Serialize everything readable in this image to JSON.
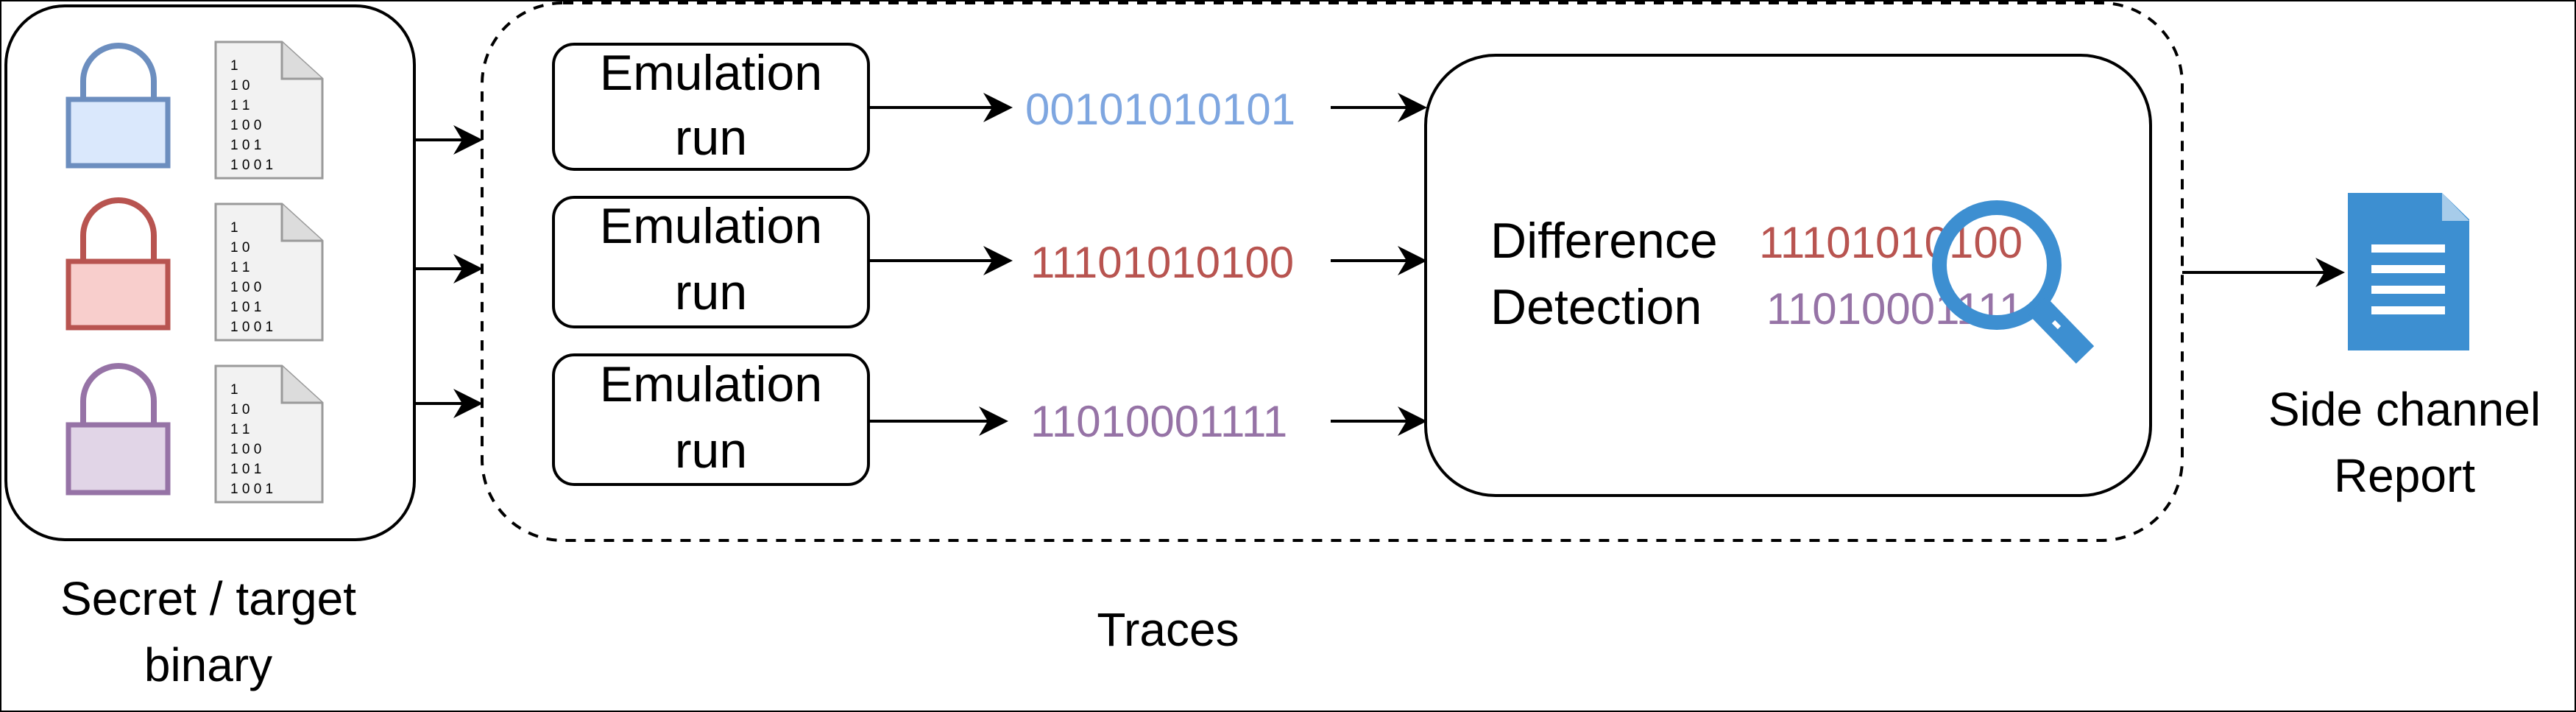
{
  "secret_panel": {
    "caption_line1": "Secret / target",
    "caption_line2": "binary",
    "binary_lines": [
      "1",
      "10",
      "11",
      "100",
      "101",
      "1001"
    ],
    "lock_colors": [
      {
        "stroke": "#6c8ebf",
        "fill": "#dae8fc"
      },
      {
        "stroke": "#b85450",
        "fill": "#f8cecc"
      },
      {
        "stroke": "#9673a6",
        "fill": "#e1d5e7"
      }
    ]
  },
  "traces_group": {
    "caption": "Traces",
    "runs": [
      {
        "line1": "Emulation",
        "line2": "run",
        "bits": "00101010101",
        "color": "#7ea6e0"
      },
      {
        "line1": "Emulation",
        "line2": "run",
        "bits": "11101010100",
        "color": "#b85450"
      },
      {
        "line1": "Emulation",
        "line2": "run",
        "bits": "11010001111",
        "color": "#9673a6"
      }
    ]
  },
  "detection": {
    "line1": "Difference",
    "line2": "Detection",
    "bits_top": "11101010100",
    "bits_bottom": "11010001111",
    "bits_top_color": "#b85450",
    "bits_bottom_color": "#9673a6",
    "magnifier_color": "#3d8fd1"
  },
  "report": {
    "line1": "Side channel",
    "line2": "Report",
    "doc_color": "#3d8fd1"
  }
}
